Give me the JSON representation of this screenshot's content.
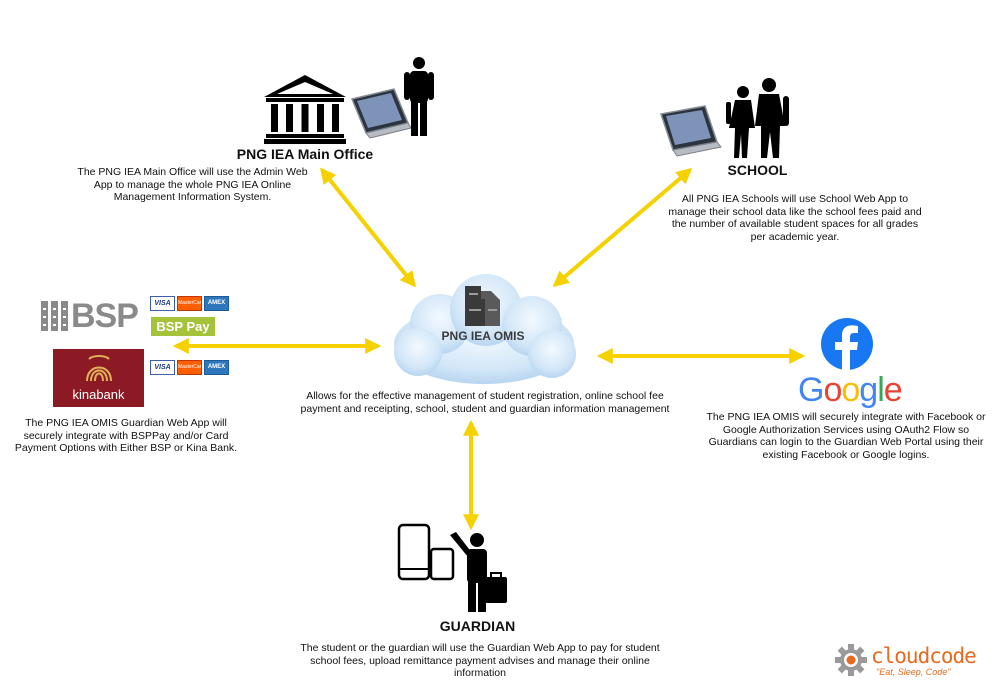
{
  "main_office": {
    "title": "PNG IEA Main Office",
    "desc": "The PNG IEA Main Office will use the Admin Web App to manage the whole PNG IEA Online Management Information System."
  },
  "school": {
    "title": "SCHOOL",
    "desc": "All PNG IEA Schools will use School Web App to manage their school data like the school fees paid and the number of available student spaces for all grades per academic year."
  },
  "center": {
    "label": "PNG IEA OMIS",
    "desc": "Allows for the effective management of student registration, online school fee payment and receipting, school, student and guardian information management"
  },
  "payments": {
    "bsp_logo": "BSP",
    "bsp_pay": "BSP Pay",
    "kina_logo": "kinabank",
    "cards": [
      "VISA",
      "MasterCard",
      "AMEX"
    ],
    "desc": "The PNG IEA OMIS Guardian Web App will securely integrate with BSPPay and/or Card Payment Options with Either BSP or Kina Bank."
  },
  "social": {
    "google_letters": [
      "G",
      "o",
      "o",
      "g",
      "l",
      "e"
    ],
    "desc": "The PNG IEA OMIS will securely integrate with Facebook or Google Authorization Services using OAuth2 Flow so Guardians can login to the Guardian Web Portal using their existing Facebook or Google logins."
  },
  "guardian": {
    "title": "GUARDIAN",
    "desc": "The student or the guardian will use the Guardian Web App to pay for student school fees, upload remittance payment advises and manage their online information"
  },
  "brand": {
    "name": "cloudcode",
    "tagline": "\"Eat, Sleep, Code\""
  },
  "colors": {
    "arrow": "#f5d100",
    "cloud": "#cfe4f7",
    "facebook": "#1877f2",
    "bsp_gray": "#8a8a8a",
    "kina_red": "#8b1a24",
    "cloudcode_orange": "#e86a1f"
  },
  "icons": [
    "bank-icon",
    "laptop-icon",
    "person-icon",
    "children-icon",
    "server-icon",
    "phone-icon",
    "facebook-icon",
    "google-logo",
    "gear-icon"
  ]
}
